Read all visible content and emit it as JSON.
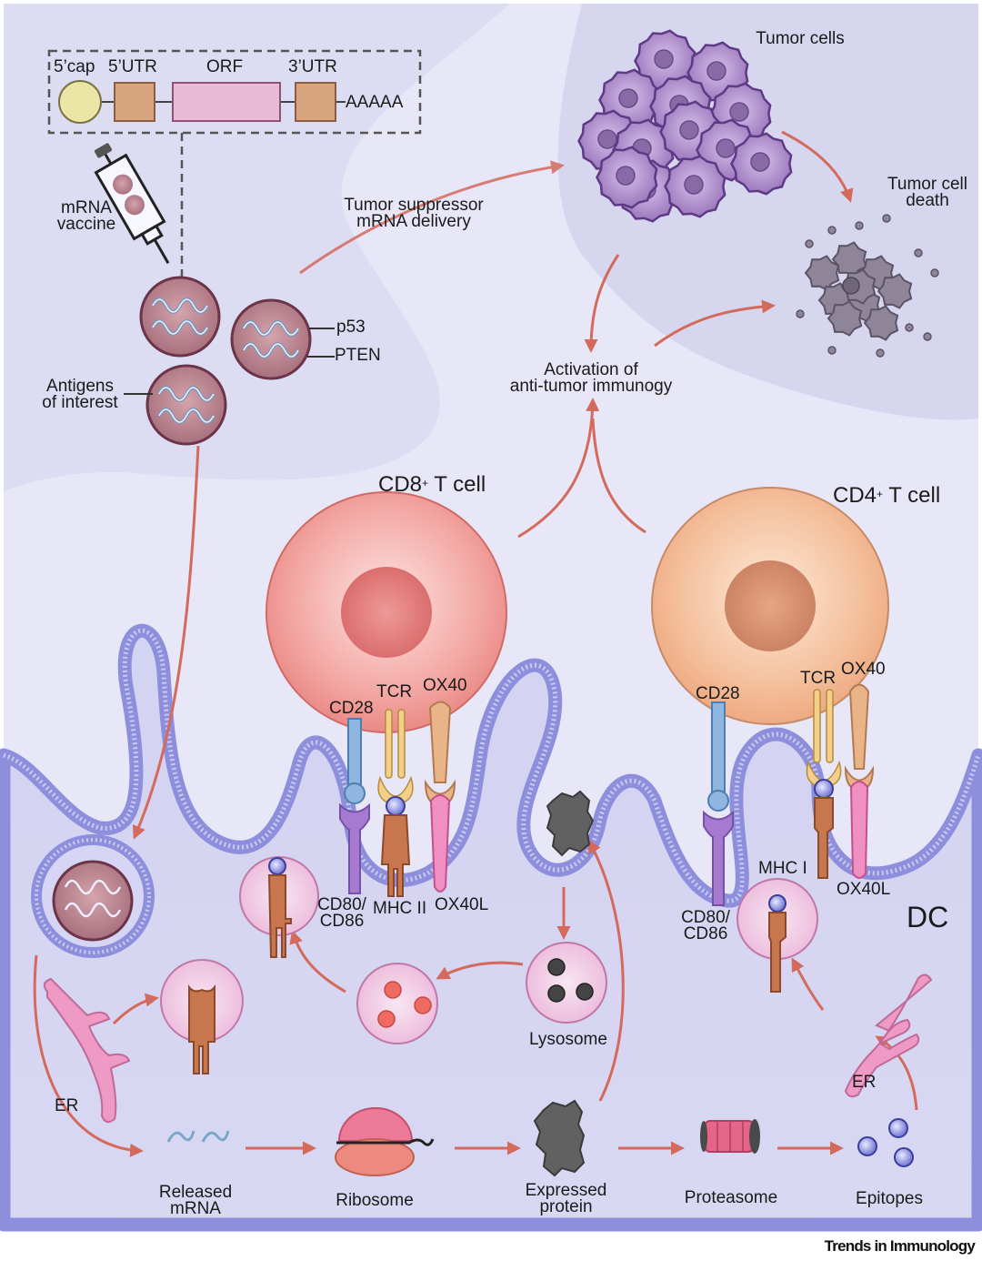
{
  "mrna_construct": {
    "labels": [
      "5’cap",
      "5’UTR",
      "ORF",
      "3’UTR"
    ],
    "polyA": "AAAAA"
  },
  "vaccine": {
    "label": "mRNA\nvaccine",
    "antigens_label": "Antigens\nof interest",
    "tumor_suppressors": [
      "p53",
      "PTEN"
    ]
  },
  "pathway_labels": {
    "tumor_suppressor_delivery": "Tumor suppressor\nmRNA delivery",
    "activation": "Activation of\nanti-tumor immunogy",
    "tumor_cells": "Tumor cells",
    "tumor_cell_death": "Tumor cell\ndeath"
  },
  "cd8_cell": {
    "title": "CD8",
    "sup": "+",
    "title_suffix": " T cell",
    "receptors": {
      "cd28": "CD28",
      "tcr": "TCR",
      "ox40": "OX40"
    },
    "ligands": {
      "cd80": "CD80/\nCD86",
      "mhc": "MHC II",
      "ox40l": "OX40L"
    }
  },
  "cd4_cell": {
    "title": "CD4",
    "sup": "+",
    "title_suffix": " T cell",
    "receptors": {
      "cd28": "CD28",
      "tcr": "TCR",
      "ox40": "OX40"
    },
    "ligands": {
      "cd80": "CD80/\nCD86",
      "mhc": "MHC I",
      "ox40l": "OX40L"
    }
  },
  "dc_label": "DC",
  "intracellular": {
    "er_left": "ER",
    "er_right": "ER",
    "lysosome": "Lysosome",
    "steps": [
      "Released\nmRNA",
      "Ribosome",
      "Expressed\nprotein",
      "Proteasome",
      "Epitopes"
    ]
  },
  "colors": {
    "background": "#e6e6f7",
    "tumor_zone": "#d9d8f0",
    "dc_cytoplasm": "#d2d2f0",
    "membrane": "#8d8fdc",
    "arrow": "#d46a5c",
    "cd8": "#ee8f8c",
    "cd4": "#f0b088",
    "tumor": "#9a72b8",
    "dead_tumor": "#8a8094"
  },
  "footer": "Trends in Immunology"
}
